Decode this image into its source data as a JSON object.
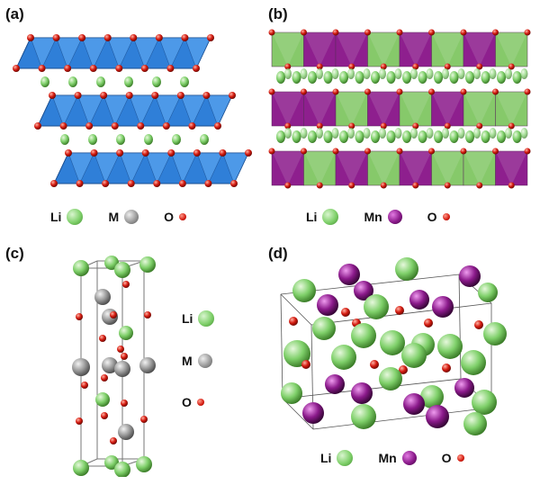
{
  "panels": {
    "a": {
      "label": "(a)",
      "legend": [
        "Li",
        "M",
        "O"
      ]
    },
    "b": {
      "label": "(b)",
      "legend": [
        "Li",
        "Mn",
        "O"
      ]
    },
    "c": {
      "label": "(c)",
      "legend": [
        "Li",
        "M",
        "O"
      ]
    },
    "d": {
      "label": "(d)",
      "legend": [
        "Li",
        "Mn",
        "O"
      ]
    }
  },
  "colors": {
    "li": "#7fd06a",
    "m": "#9a9a9a",
    "mn": "#8b1a8b",
    "o": "#d41a0f",
    "octa_blue": "#2f7fd8",
    "octa_green": "#86c96a",
    "octa_purple": "#8e1f8e"
  }
}
